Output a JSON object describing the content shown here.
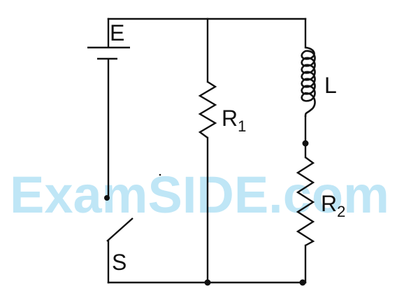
{
  "watermark": {
    "text": "ExamSIDE.com",
    "color": "#bfe6f6"
  },
  "labels": {
    "battery": "E",
    "resistor1_main": "R",
    "resistor1_sub": "1",
    "inductor": "L",
    "resistor2_main": "R",
    "resistor2_sub": "2",
    "switch": "S"
  },
  "components": [
    {
      "id": "battery",
      "type": "battery",
      "label": "E"
    },
    {
      "id": "resistor-1",
      "type": "resistor",
      "label": "R1"
    },
    {
      "id": "inductor",
      "type": "inductor",
      "label": "L"
    },
    {
      "id": "resistor-2",
      "type": "resistor",
      "label": "R2"
    },
    {
      "id": "switch",
      "type": "switch",
      "label": "S",
      "state": "open"
    }
  ]
}
